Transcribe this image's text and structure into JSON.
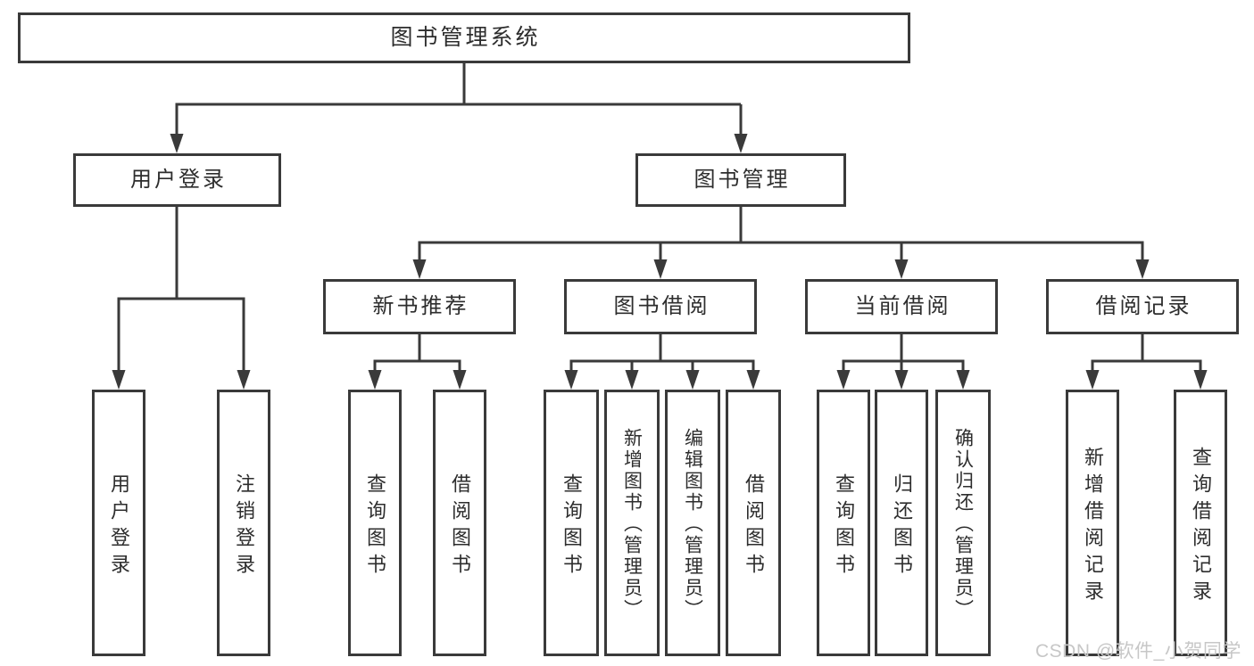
{
  "diagram_title": "图书管理系统",
  "tree": {
    "label": "图书管理系统",
    "children": [
      {
        "label": "用户登录",
        "children": [
          {
            "label": "用户登录"
          },
          {
            "label": "注销登录"
          }
        ]
      },
      {
        "label": "图书管理",
        "children": [
          {
            "label": "新书推荐",
            "children": [
              {
                "label": "查询图书"
              },
              {
                "label": "借阅图书"
              }
            ]
          },
          {
            "label": "图书借阅",
            "children": [
              {
                "label": "查询图书"
              },
              {
                "label": "新增图书（管理员）"
              },
              {
                "label": "编辑图书（管理员）"
              },
              {
                "label": "借阅图书"
              }
            ]
          },
          {
            "label": "当前借阅",
            "children": [
              {
                "label": "查询图书"
              },
              {
                "label": "归还图书"
              },
              {
                "label": "确认归还（管理员）"
              }
            ]
          },
          {
            "label": "借阅记录",
            "children": [
              {
                "label": "新增借阅记录"
              },
              {
                "label": "查询借阅记录"
              }
            ]
          }
        ]
      }
    ]
  },
  "watermark": "CSDN @软件_小贺同学",
  "colors": {
    "line": "#3a3a3a",
    "box_border": "#3a3a3a",
    "text": "#2d2d2d",
    "watermark": "#c7c7c7",
    "background": "#ffffff"
  }
}
